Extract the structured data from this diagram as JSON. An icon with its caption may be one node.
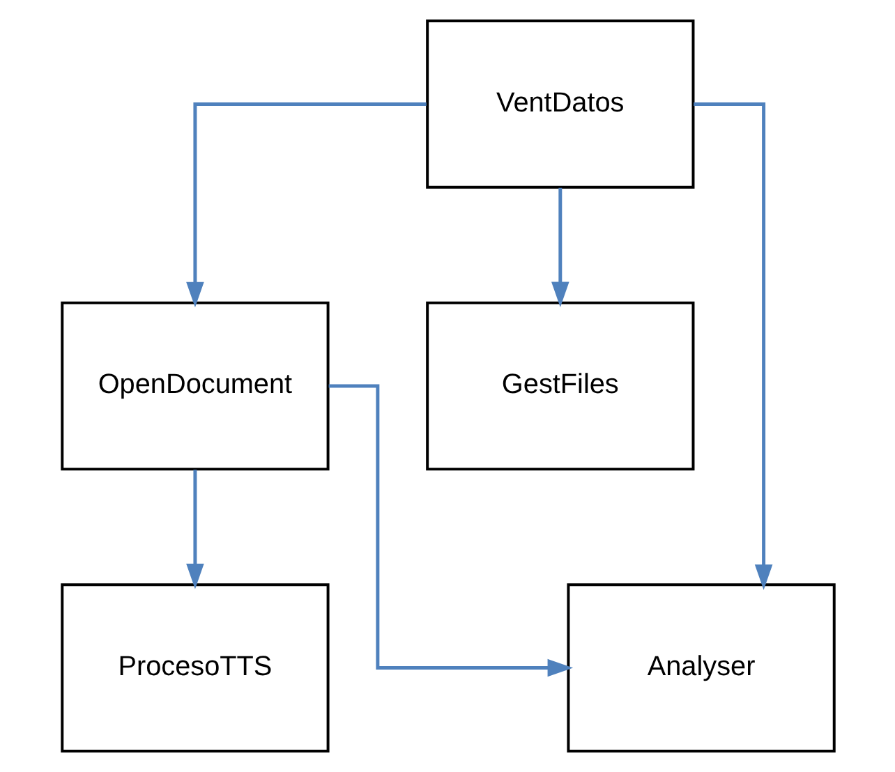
{
  "diagram": {
    "nodes": [
      {
        "text": [
          "VentDatos"
        ]
      },
      {
        "text": [
          "OpenDocument"
        ]
      },
      {
        "text": [
          "GestFiles"
        ]
      },
      {
        "text": [
          "ProcesoTTS"
        ]
      },
      {
        "text": [
          "Analyser"
        ]
      }
    ],
    "edges": [
      {
        "from": 0,
        "to": 1,
        "arrow": "to"
      },
      {
        "from": 0,
        "to": 2,
        "arrow": "to"
      },
      {
        "from": 0,
        "to": 4,
        "arrow": "to"
      },
      {
        "from": 1,
        "to": 3,
        "arrow": "to"
      },
      {
        "from": 1,
        "to": 4,
        "arrow": "to"
      }
    ]
  }
}
